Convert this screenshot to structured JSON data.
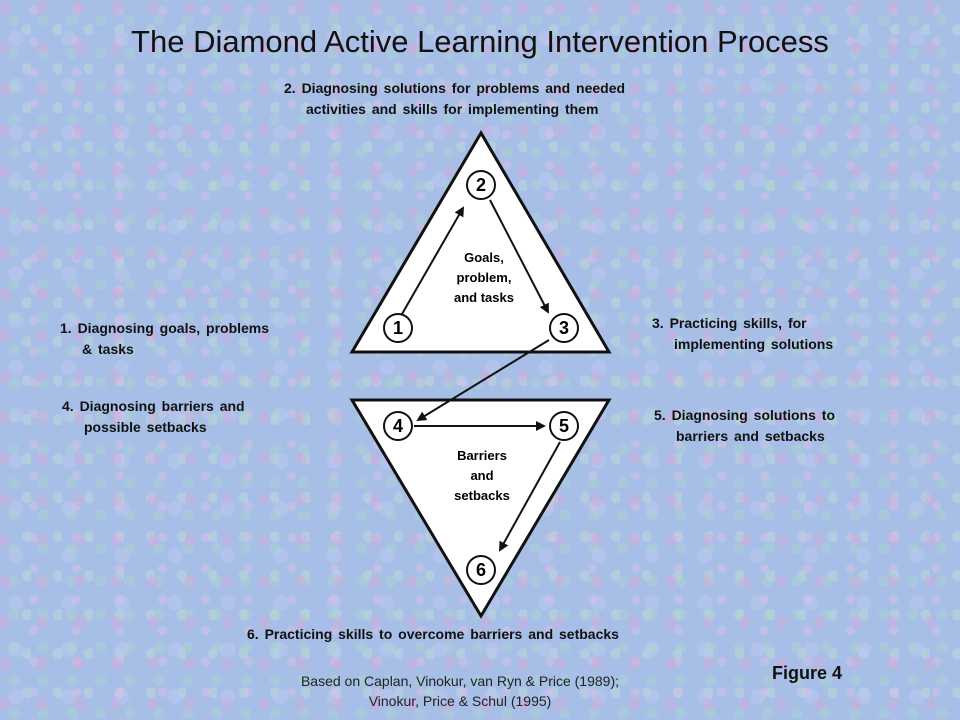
{
  "title": "The Diamond Active Learning Intervention Process",
  "steps": [
    {
      "line1": "1.  Diagnosing  goals,  problems",
      "line2": "& tasks"
    },
    {
      "line1": "2.  Diagnosing  solutions  for  problems  and  needed",
      "line2": "activities  and  skills  for  implementing  them"
    },
    {
      "line1": "3.  Practicing  skills,  for",
      "line2": "implementing  solutions"
    },
    {
      "line1": "4.  Diagnosing  barriers  and",
      "line2": "possible  setbacks"
    },
    {
      "line1": "5.  Diagnosing  solutions  to",
      "line2": "barriers  and  setbacks"
    },
    {
      "line1": "6.  Practicing  skills  to  overcome  barriers  and  setbacks",
      "line2": ""
    }
  ],
  "nodes": [
    "1",
    "2",
    "3",
    "4",
    "5",
    "6"
  ],
  "upper_triangle": {
    "line1": "Goals,",
    "line2": "problem,",
    "line3": "and tasks"
  },
  "lower_triangle": {
    "line1": "Barriers",
    "line2": "and",
    "line3": "setbacks"
  },
  "credit": {
    "line1": "Based on Caplan, Vinokur, van Ryn & Price (1989);",
    "line2": "Vinokur, Price & Schul (1995)"
  },
  "figure_label": "Figure 4"
}
